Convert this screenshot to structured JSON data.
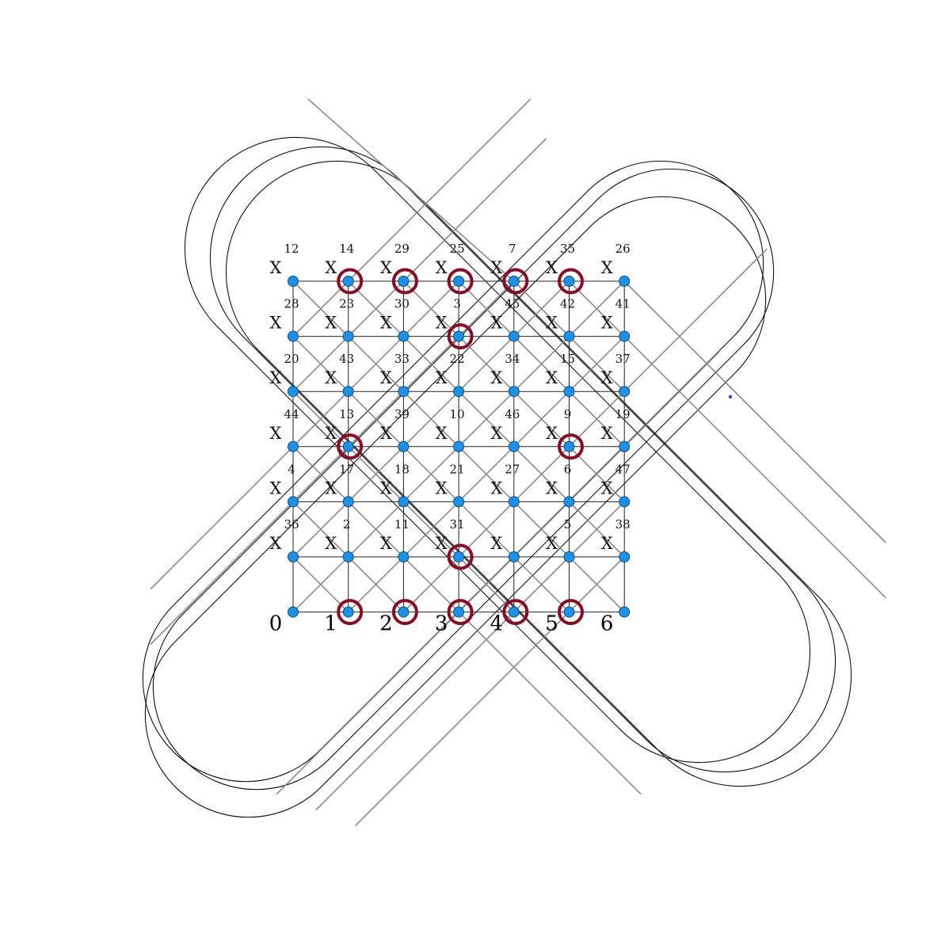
{
  "diagram": {
    "column_labels": [
      "0",
      "1",
      "2",
      "3",
      "4",
      "5",
      "6"
    ],
    "x_mark": "X",
    "colors": {
      "node": "#1e90e6",
      "ring": "#8a0c24",
      "grid": "#222222",
      "diagonal": "#8a8a8a",
      "loop": "#111111",
      "dot": "#3344cc"
    },
    "rows": [
      {
        "labels": [
          "12",
          "14",
          "29",
          "25",
          "7",
          "35",
          "26"
        ],
        "x_marks": [
          true,
          true,
          true,
          true,
          true,
          true,
          true
        ]
      },
      {
        "labels": [
          "28",
          "23",
          "30",
          "3",
          "45",
          "42",
          "41"
        ],
        "x_marks": [
          true,
          true,
          true,
          true,
          true,
          true,
          true
        ]
      },
      {
        "labels": [
          "20",
          "43",
          "33",
          "22",
          "34",
          "15",
          "37"
        ],
        "x_marks": [
          true,
          true,
          true,
          true,
          true,
          true,
          true
        ]
      },
      {
        "labels": [
          "44",
          "13",
          "39",
          "10",
          "46",
          "9",
          "19"
        ],
        "x_marks": [
          true,
          true,
          true,
          true,
          true,
          true,
          true
        ]
      },
      {
        "labels": [
          "4",
          "17",
          "18",
          "21",
          "27",
          "6",
          "47"
        ],
        "x_marks": [
          true,
          true,
          true,
          true,
          true,
          true,
          true
        ]
      },
      {
        "labels": [
          "36",
          "2",
          "11",
          "31",
          "",
          "5",
          "38"
        ],
        "x_marks": [
          true,
          true,
          true,
          true,
          true,
          true,
          true
        ]
      }
    ],
    "circled_nodes": [
      {
        "row": 0,
        "col": 1
      },
      {
        "row": 0,
        "col": 2
      },
      {
        "row": 0,
        "col": 3
      },
      {
        "row": 0,
        "col": 4
      },
      {
        "row": 0,
        "col": 5
      },
      {
        "row": 1,
        "col": 3
      },
      {
        "row": 3,
        "col": 1
      },
      {
        "row": 3,
        "col": 5
      },
      {
        "row": 5,
        "col": 3
      },
      {
        "row": 6,
        "col": 1
      },
      {
        "row": 6,
        "col": 2
      },
      {
        "row": 6,
        "col": 3
      },
      {
        "row": 6,
        "col": 4
      },
      {
        "row": 6,
        "col": 5
      }
    ]
  }
}
